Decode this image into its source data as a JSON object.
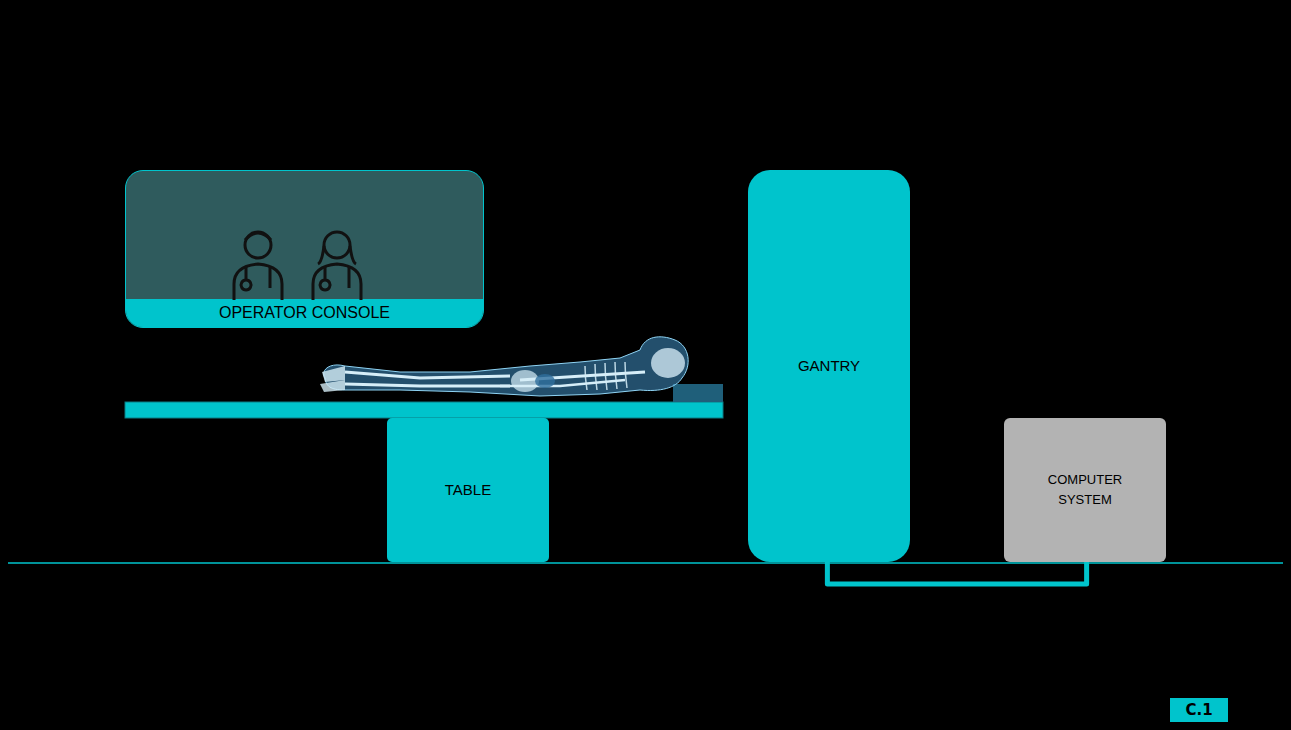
{
  "diagram": {
    "nodes": [
      {
        "text": [
          "OPERATOR CONSOLE"
        ]
      },
      {
        "text": [
          "GANTRY"
        ]
      },
      {
        "text": [
          "TABLE"
        ]
      },
      {
        "text": [
          "COMPUTER SYSTEM"
        ]
      }
    ],
    "edges": [
      {
        "from": 1,
        "to": 3,
        "arrow": "none"
      }
    ],
    "labels": [
      "C.1"
    ]
  }
}
